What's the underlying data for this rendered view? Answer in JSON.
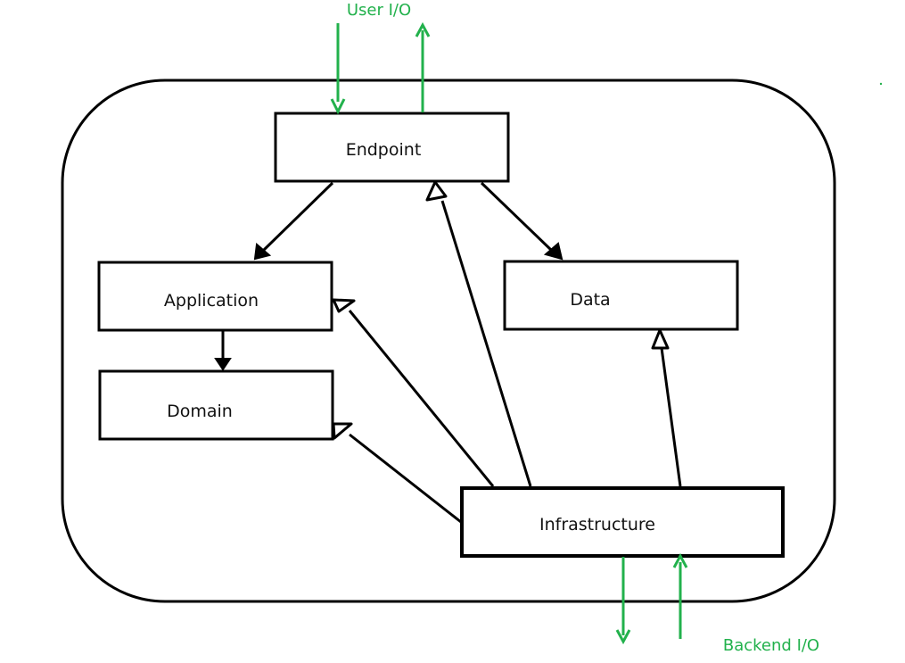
{
  "labels": {
    "user_io": "User I/O",
    "backend_io": "Backend I/O"
  },
  "nodes": {
    "endpoint": "Endpoint",
    "application": "Application",
    "data": "Data",
    "domain": "Domain",
    "infrastructure": "Infrastructure"
  },
  "colors": {
    "io_accent": "#22b14c",
    "line": "#000000",
    "background": "#ffffff"
  },
  "edges": [
    {
      "from": "endpoint",
      "to": "application",
      "style": "solid-arrow"
    },
    {
      "from": "endpoint",
      "to": "data",
      "style": "solid-arrow"
    },
    {
      "from": "application",
      "to": "domain",
      "style": "solid-arrow"
    },
    {
      "from": "infrastructure",
      "to": "endpoint",
      "style": "hollow-arrow"
    },
    {
      "from": "infrastructure",
      "to": "application",
      "style": "hollow-arrow"
    },
    {
      "from": "infrastructure",
      "to": "domain",
      "style": "hollow-arrow"
    },
    {
      "from": "infrastructure",
      "to": "data",
      "style": "hollow-arrow"
    }
  ]
}
